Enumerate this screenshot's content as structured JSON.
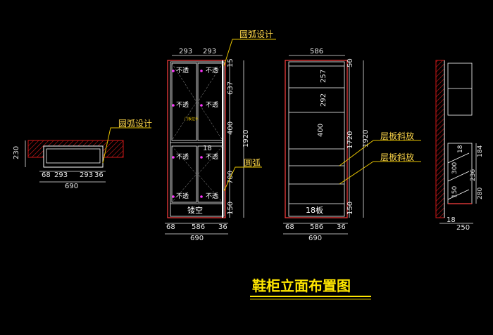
{
  "title": "鞋柜立面布置图",
  "plan_view": {
    "callout": "圆弧设计",
    "depth_dim": "230",
    "width_dims": [
      "68",
      "293",
      "293",
      "36"
    ],
    "total_dim": "690"
  },
  "front_view": {
    "top_dims": [
      "293",
      "293"
    ],
    "callout_top": "圆弧设计",
    "callout_side": "圆弧",
    "door_labels": [
      "不透",
      "不透",
      "不透",
      "不透",
      "不透",
      "不透",
      "不透",
      "不透"
    ],
    "handle_note": "门板拉手",
    "inner_dim": "18",
    "right_dims": [
      "15",
      "637",
      "400",
      "700",
      "150"
    ],
    "overall_height": "1920",
    "bottom_label": "镂空",
    "bottom_dims": [
      "68",
      "586",
      "36"
    ],
    "total_dim": "690"
  },
  "section_view": {
    "top_dim": "586",
    "inner_dims": [
      "257",
      "292",
      "400"
    ],
    "right_dims": [
      "50",
      "1720",
      "150"
    ],
    "overall_height": "1920",
    "shelf_notes": [
      "层板斜放",
      "层板斜放"
    ],
    "bottom_label": "18板",
    "bottom_dims": [
      "68",
      "586",
      "36"
    ],
    "total_dim": "690"
  },
  "side_view": {
    "dims_a": [
      "18",
      "300",
      "150"
    ],
    "dims_b": [
      "184",
      "236",
      "280"
    ],
    "bottom_dims": [
      "18",
      "250"
    ]
  },
  "colors": {
    "line": "#ffffff",
    "cabinet": "#ff4040",
    "dim": "#e8e8e8",
    "leader": "#e6c200",
    "callout_text": "#ffd84a",
    "door_text": "#ffffff",
    "marker": "#ff33ff",
    "hatch": "#d01818",
    "title": "#ffe600"
  }
}
